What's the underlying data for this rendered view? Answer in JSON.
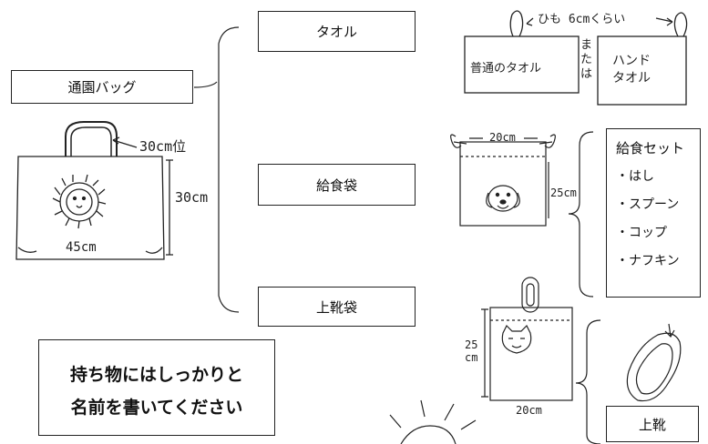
{
  "main_bag": {
    "label": "通園バッグ",
    "handle_note": "30cm位",
    "height_note": "30cm",
    "width_note": "45cm"
  },
  "towel": {
    "label": "タオル",
    "loop_note": "ひも 6cmくらい",
    "regular_towel": "普通のタオル",
    "or_text": "または",
    "hand_towel": "ハンド\nタオル"
  },
  "lunch_bag": {
    "label": "給食袋",
    "width_note": "20cm",
    "height_note": "25cm",
    "set_title": "給食セット",
    "set_items": [
      "・はし",
      "・スプーン",
      "・コップ",
      "・ナフキン"
    ]
  },
  "shoe_bag": {
    "label": "上靴袋",
    "height_note": "25\ncm",
    "width_note": "20cm",
    "shoe_label": "上靴"
  },
  "notice": {
    "line1": "持ち物にはしっかりと",
    "line2": "名前を書いてください"
  }
}
